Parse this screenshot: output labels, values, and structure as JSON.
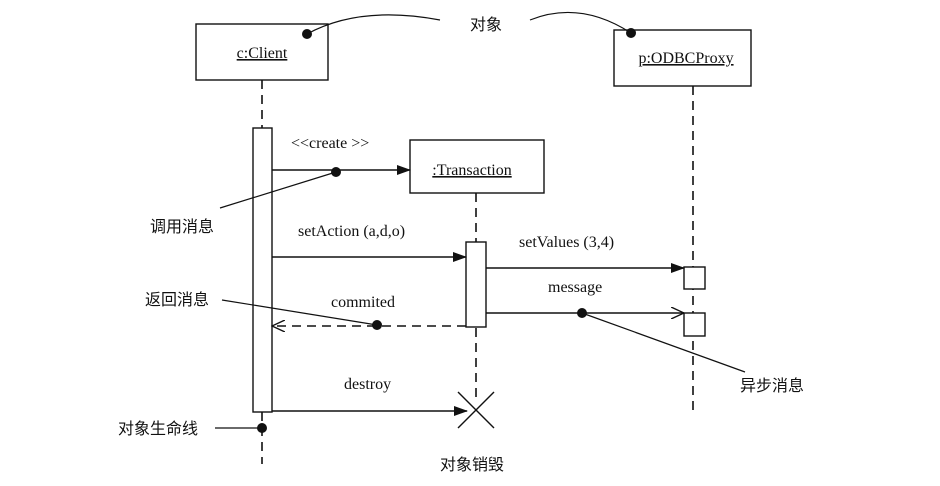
{
  "objects": {
    "client": "c:Client",
    "proxy": "p:ODBCProxy",
    "transaction": ":Transaction"
  },
  "messages": {
    "create": "<<create >>",
    "set_action": "setAction  (a,d,o)",
    "set_values": "setValues  (3,4)",
    "message": "message",
    "commited": "commited",
    "destroy": "destroy"
  },
  "annotations": {
    "object": "对象",
    "call_message": "调用消息",
    "return_message": "返回消息",
    "async_message": "异步消息",
    "lifeline": "对象生命线",
    "destruction": "对象销毁"
  }
}
